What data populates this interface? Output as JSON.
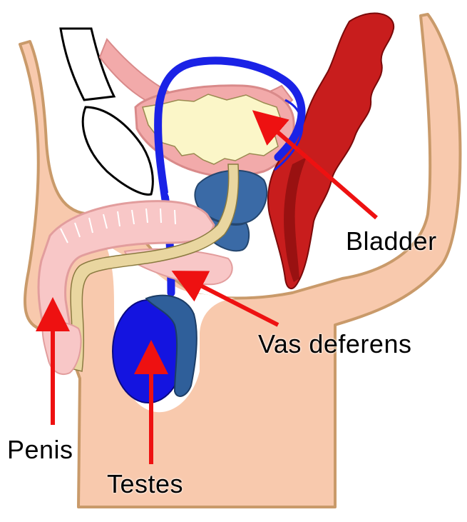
{
  "labels": {
    "bladder": "Bladder",
    "vas_deferens": "Vas deferens",
    "penis": "Penis",
    "testes": "Testes"
  },
  "colors": {
    "skin": "#f8c9ad",
    "skin_outline": "#c99a6a",
    "pubic_bone_outline": "#000000",
    "bladder_wall": "#f2aaaa",
    "bladder_fill": "#fbf6c8",
    "rectum": "#c81d1d",
    "rectum_dark": "#7a0a0a",
    "vas_deferens": "#1a22e6",
    "seminal_vesicle": "#3a6aa6",
    "testis": "#1414e0",
    "epididymis": "#2f5f9a",
    "urethra": "#e9d6a0",
    "penis_tissue": "#f8c7c7",
    "arrow": "#ee1111"
  }
}
